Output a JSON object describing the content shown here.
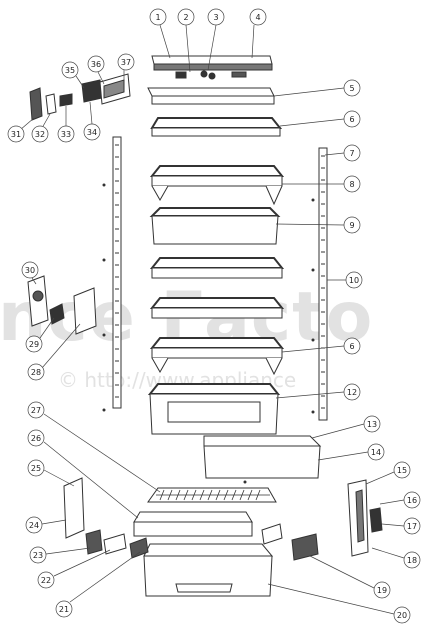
{
  "watermark": {
    "brand": "nce Facto",
    "url": "© http://www.appliance"
  },
  "callouts": [
    "1",
    "2",
    "3",
    "4",
    "5",
    "6",
    "7",
    "8",
    "9",
    "10",
    "6",
    "12",
    "13",
    "14",
    "15",
    "16",
    "17",
    "18",
    "19",
    "20",
    "21",
    "22",
    "23",
    "24",
    "25",
    "26",
    "27",
    "28",
    "29",
    "30",
    "31",
    "32",
    "33",
    "34",
    "35",
    "36",
    "37"
  ],
  "colors": {
    "line": "#333333",
    "watermark": "#e2e2e2"
  }
}
